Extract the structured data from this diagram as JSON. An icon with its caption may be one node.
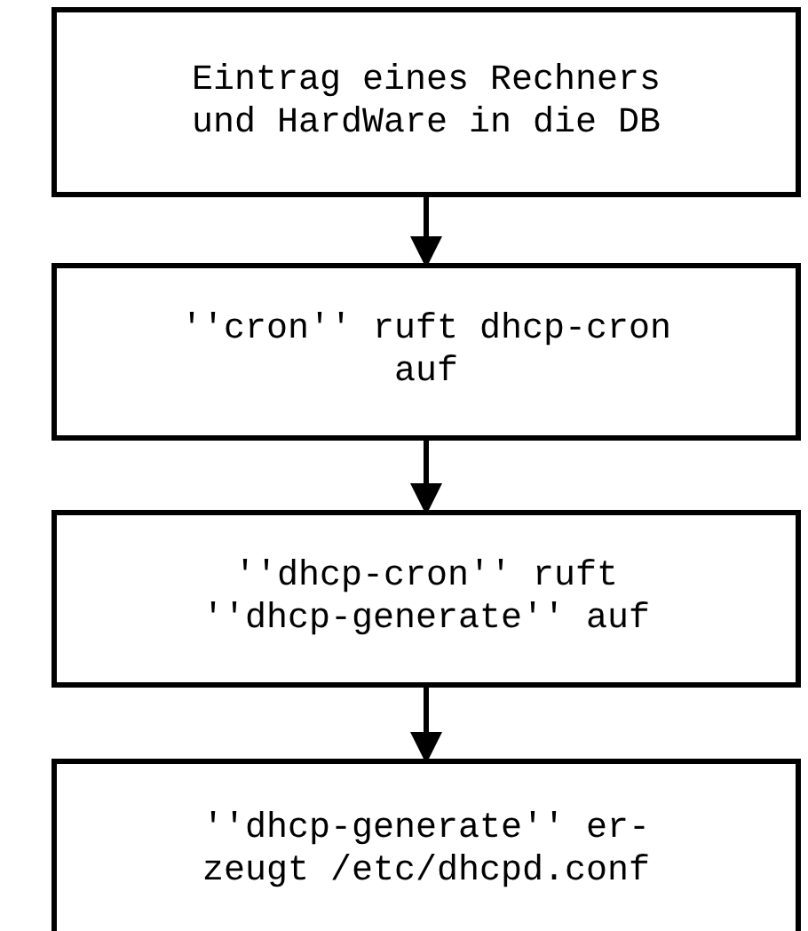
{
  "diagram": {
    "nodes": [
      {
        "text": [
          "Eintrag eines Rechners und HardWare in die DB"
        ]
      },
      {
        "text": [
          "''cron'' ruft dhcp-cron auf"
        ]
      },
      {
        "text": [
          "''dhcp-cron'' ruft ''dhcp-generate'' auf"
        ]
      },
      {
        "text": [
          "''dhcp-generate'' er- zeugt /etc/dhcpd.conf"
        ]
      }
    ],
    "edges": [
      {
        "from": 0,
        "to": 1,
        "arrow": "to"
      },
      {
        "from": 1,
        "to": 2,
        "arrow": "to"
      },
      {
        "from": 2,
        "to": 3,
        "arrow": "to"
      }
    ]
  }
}
